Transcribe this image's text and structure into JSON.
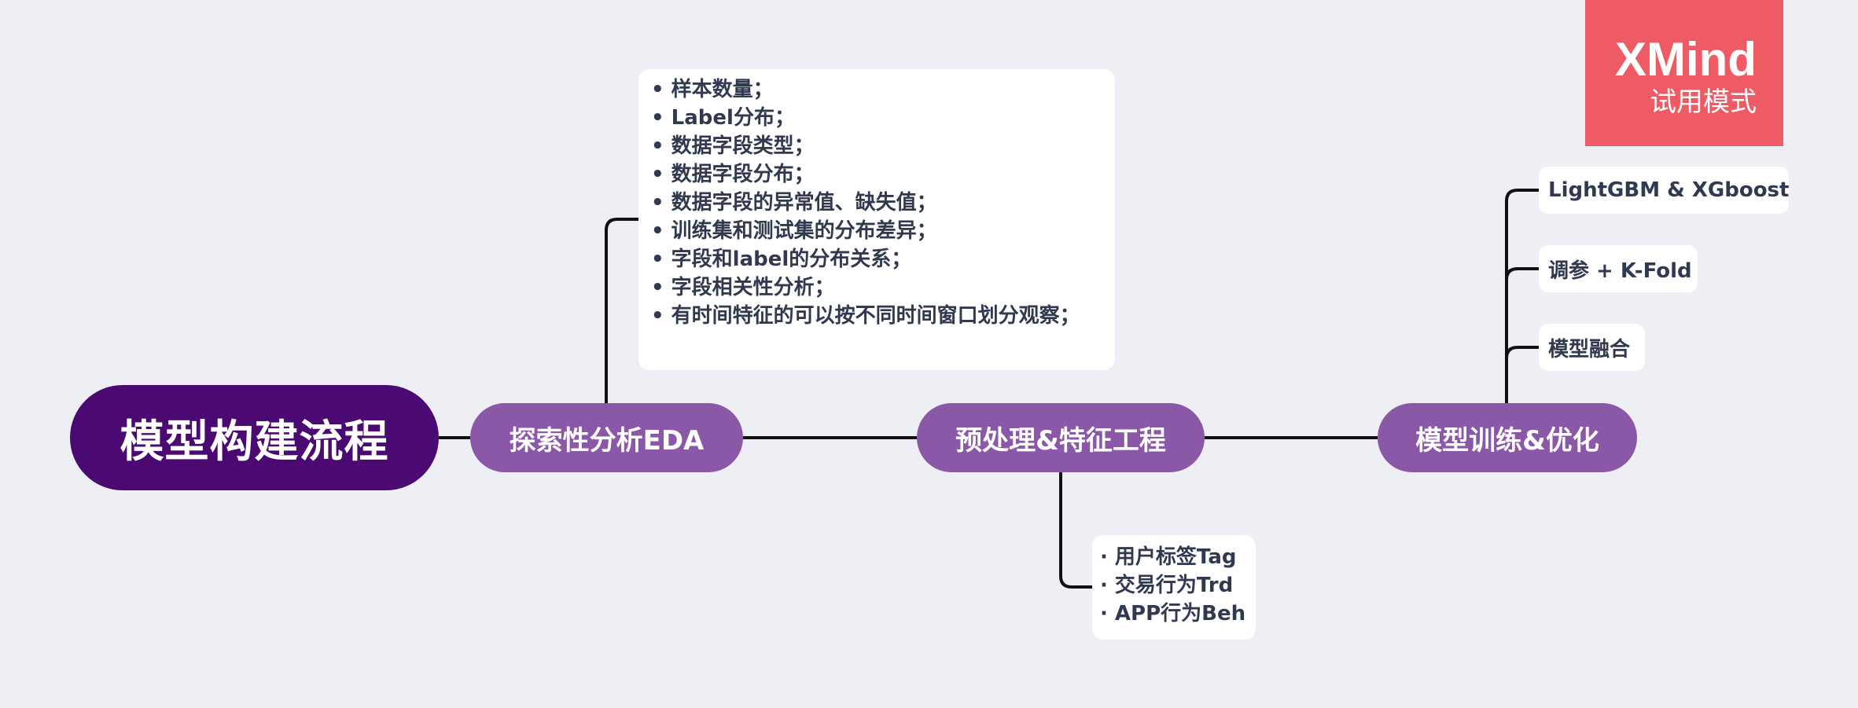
{
  "root": {
    "label": "模型构建流程"
  },
  "branches": {
    "eda": {
      "label": "探索性分析EDA",
      "items": [
        "• 样本数量；",
        "• Label分布；",
        "• 数据字段类型；",
        "• 数据字段分布；",
        "• 数据字段的异常值、缺失值；",
        "• 训练集和测试集的分布差异；",
        "• 字段和label的分布关系；",
        "• 字段相关性分析；",
        "• 有时间特征的可以按不同时间窗口划分观察；"
      ]
    },
    "feature_engineering": {
      "label": "预处理&特征工程",
      "items": [
        "· 用户标签Tag",
        "· 交易行为Trd",
        "· APP行为Beh"
      ]
    },
    "training": {
      "label": "模型训练&优化",
      "items": [
        "LightGBM & XGboost",
        "调参 + K-Fold",
        "模型融合"
      ]
    }
  },
  "watermark": {
    "brand": "XMind",
    "mode": "试用模式"
  },
  "colors": {
    "background": "#eeeff5",
    "root": "#4b0a72",
    "branch": "#8b58a7",
    "card": "#ffffff",
    "text": "#30394f",
    "connector": "#000000",
    "watermark": "#ef5b64"
  }
}
